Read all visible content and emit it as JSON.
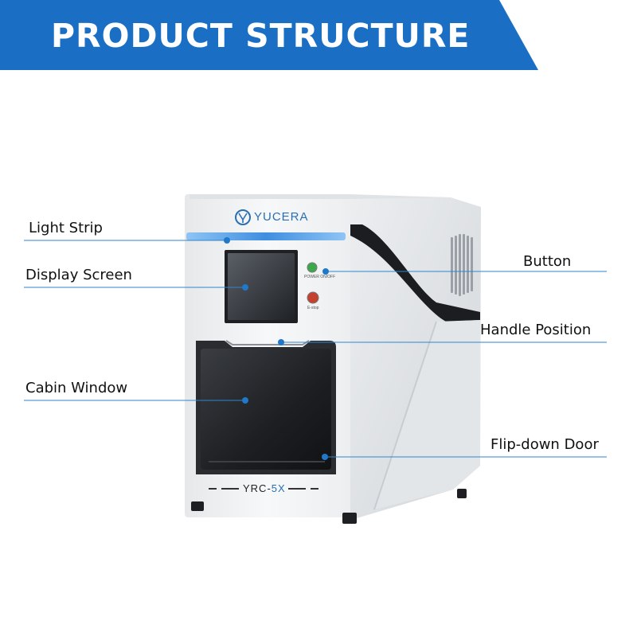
{
  "header": {
    "title": "PRODUCT STRUCTURE"
  },
  "machine": {
    "brand": "YUCERA",
    "model_prefix": "YRC-",
    "model_suffix": "5X",
    "power_label": "POWER ON/OFF",
    "estop_label": "E-stop"
  },
  "callouts": {
    "light_strip": "Light Strip",
    "display_screen": "Display Screen",
    "cabin_window": "Cabin Window",
    "button": "Button",
    "handle_position": "Handle Position",
    "flip_down_door": "Flip-down Door"
  },
  "colors": {
    "banner_blue": "#1a6fc4",
    "callout_line": "#2f86cf",
    "dot": "#1f78c8",
    "body_white": "#f2f3f5",
    "side_gray": "#d9dcdf",
    "accent_light": "#4a9be8"
  }
}
